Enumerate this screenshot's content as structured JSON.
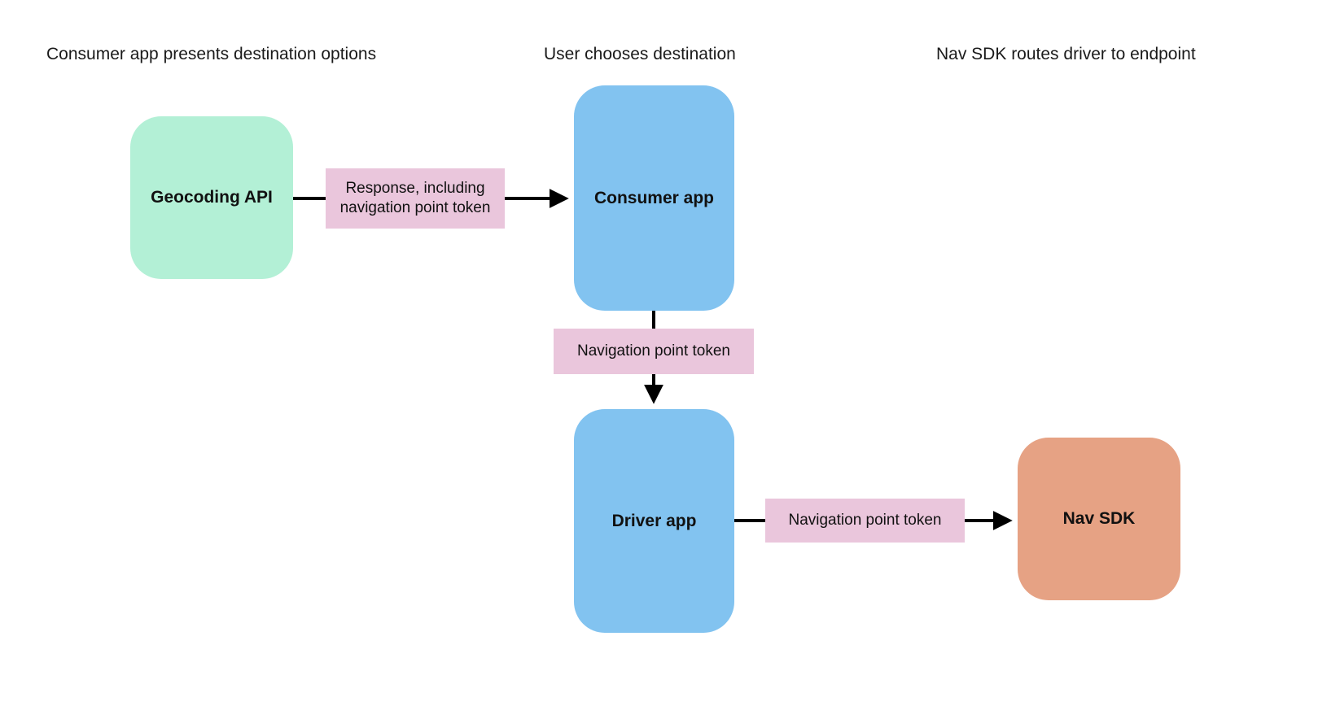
{
  "diagram": {
    "headers": [
      {
        "label": "Consumer app presents destination options"
      },
      {
        "label": "User chooses destination"
      },
      {
        "label": "Nav SDK routes driver to endpoint"
      }
    ],
    "nodes": [
      {
        "id": "geocoding-api",
        "label": "Geocoding API",
        "color": "#b3f0d6"
      },
      {
        "id": "consumer-app",
        "label": "Consumer app",
        "color": "#82c3f0"
      },
      {
        "id": "driver-app",
        "label": "Driver app",
        "color": "#82c3f0"
      },
      {
        "id": "nav-sdk",
        "label": "Nav SDK",
        "color": "#e6a284"
      }
    ],
    "edges": [
      {
        "from": "geocoding-api",
        "to": "consumer-app",
        "label": "Response, including navigation point token"
      },
      {
        "from": "consumer-app",
        "to": "driver-app",
        "label": "Navigation point token"
      },
      {
        "from": "driver-app",
        "to": "nav-sdk",
        "label": "Navigation point token"
      }
    ],
    "colors": {
      "node_green": "#b3f0d6",
      "node_blue": "#82c3f0",
      "node_salmon": "#e6a284",
      "edge_label_pink": "#eac6dc",
      "arrow": "#000000",
      "background": "#ffffff"
    }
  }
}
